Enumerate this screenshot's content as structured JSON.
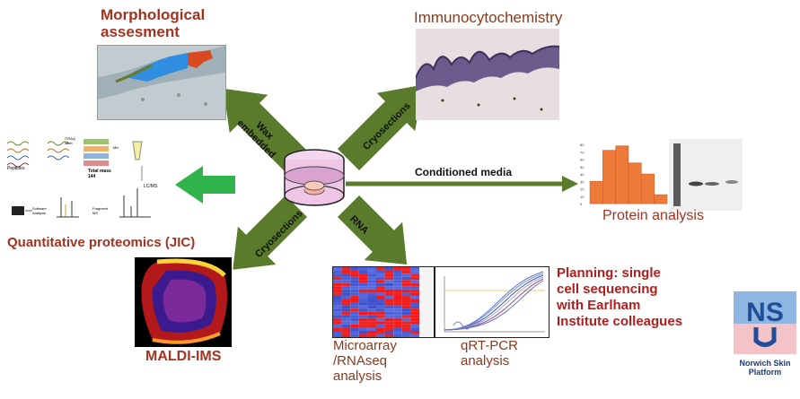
{
  "labels": {
    "morphological": "Morphological\nassesment",
    "immunocytochemistry": "Immunocytochemistry",
    "quantitative_proteomics": "Quantitative proteomics (JIC)",
    "maldi": "MALDI-IMS",
    "protein_analysis": "Protein analysis",
    "microarray": "Microarray\n/RNAseq\nanalysis",
    "qrtpcr": "qRT-PCR\nanalysis",
    "planning": "Planning: single\ncell sequencing\nwith Earlham\nInstitute colleagues"
  },
  "arrows": {
    "wax": "Wax\nembedded",
    "cryo_top": "Cryosections",
    "conditioned": "Conditioned media",
    "cryo_bottom": "Cryosections",
    "rna": "RNA"
  },
  "proteomics_fig": {
    "peptides": "Peptides",
    "itraq": "iTRAQ\nlabel",
    "mix": "Mix",
    "total_mass": "Total mass\n144",
    "lcms": "LC/MS",
    "software": "Software\nAnalysis",
    "fragment": "Fragment\nMS"
  },
  "logo": {
    "letters": "NS",
    "caption": "Norwich Skin\nPlatform"
  },
  "chart_data": {
    "type": "bar",
    "values": [
      30,
      72,
      78,
      55,
      40,
      12
    ],
    "ylim": [
      0,
      80
    ],
    "yticks": [
      "80",
      "70",
      "60",
      "50",
      "40",
      "30",
      "20",
      "10",
      "0"
    ]
  },
  "colors": {
    "arrow_dark": "#5a7a2c",
    "arrow_green": "#2fb34a",
    "label_red": "#a3331f",
    "label_brown": "#8b3a1c",
    "bar": "#ee7a3a"
  }
}
